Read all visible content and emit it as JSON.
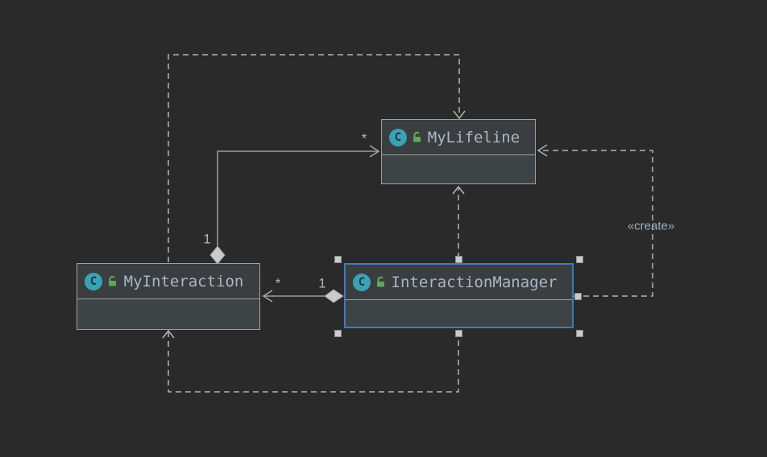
{
  "canvas": {
    "background": "#2a2a2a"
  },
  "icons": {
    "class_letter": "C"
  },
  "nodes": [
    {
      "name": "MyLifeline",
      "selected": false
    },
    {
      "name": "MyInteraction",
      "selected": false
    },
    {
      "name": "InteractionManager",
      "selected": true
    }
  ],
  "edge_labels": {
    "create": "«create»",
    "lifeline_aggregation_one": "1",
    "lifeline_aggregation_many": "*",
    "manager_aggregation_one": "1",
    "manager_aggregation_many": "*"
  },
  "colors": {
    "selection_border": "#3e7bbf",
    "node_border": "#9ca2a6",
    "node_header_bg": "#3b3e40",
    "node_body_bg": "#3e4345",
    "name_text": "#a9b7c6",
    "class_icon_bg": "#3aa2b5",
    "lock_icon": "#62a757",
    "dashed_edge": "#b3b3b3",
    "solid_edge": "#9d9d9d",
    "handle": "#cbcbcb"
  }
}
